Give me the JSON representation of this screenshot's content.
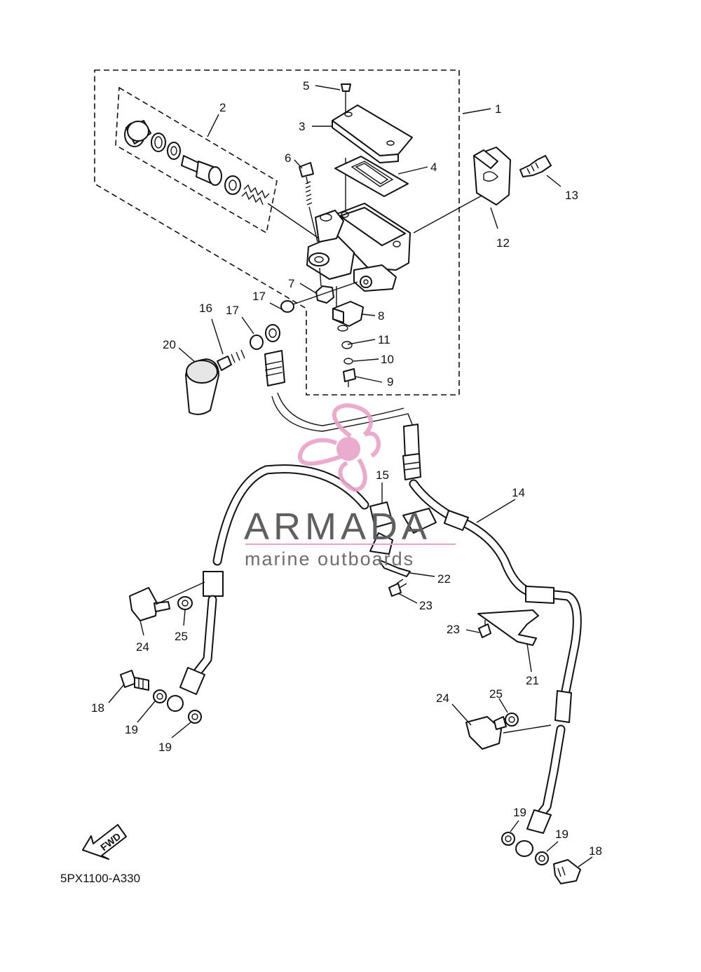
{
  "diagram": {
    "code": "5PX1100-A330",
    "fwd_label": "FWD",
    "callouts": [
      {
        "id": "c1",
        "label": "1"
      },
      {
        "id": "c2",
        "label": "2"
      },
      {
        "id": "c3",
        "label": "3"
      },
      {
        "id": "c4",
        "label": "4"
      },
      {
        "id": "c5",
        "label": "5"
      },
      {
        "id": "c6",
        "label": "6"
      },
      {
        "id": "c7",
        "label": "7"
      },
      {
        "id": "c8",
        "label": "8"
      },
      {
        "id": "c9",
        "label": "9"
      },
      {
        "id": "c10",
        "label": "10"
      },
      {
        "id": "c11",
        "label": "11"
      },
      {
        "id": "c12",
        "label": "12"
      },
      {
        "id": "c13",
        "label": "13"
      },
      {
        "id": "c14",
        "label": "14"
      },
      {
        "id": "c15",
        "label": "15"
      },
      {
        "id": "c16",
        "label": "16"
      },
      {
        "id": "c17a",
        "label": "17"
      },
      {
        "id": "c17b",
        "label": "17"
      },
      {
        "id": "c18a",
        "label": "18"
      },
      {
        "id": "c18b",
        "label": "18"
      },
      {
        "id": "c19a",
        "label": "19"
      },
      {
        "id": "c19b",
        "label": "19"
      },
      {
        "id": "c19c",
        "label": "19"
      },
      {
        "id": "c19d",
        "label": "19"
      },
      {
        "id": "c20",
        "label": "20"
      },
      {
        "id": "c21",
        "label": "21"
      },
      {
        "id": "c22",
        "label": "22"
      },
      {
        "id": "c23a",
        "label": "23"
      },
      {
        "id": "c23b",
        "label": "23"
      },
      {
        "id": "c24a",
        "label": "24"
      },
      {
        "id": "c24b",
        "label": "24"
      },
      {
        "id": "c25a",
        "label": "25"
      },
      {
        "id": "c25b",
        "label": "25"
      }
    ]
  },
  "watermark": {
    "brand": "ARMADA",
    "tagline": "marine outboards",
    "colors": {
      "logo": "#e9a2c8",
      "text": "#5f5f5f"
    }
  }
}
